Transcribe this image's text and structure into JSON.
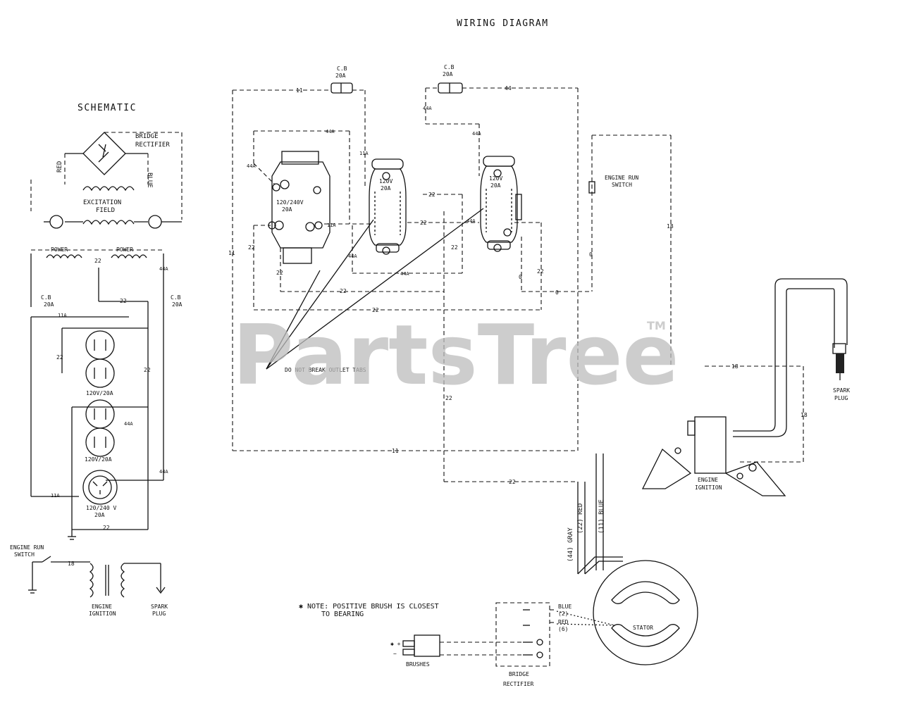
{
  "header": {
    "title": "WIRING DIAGRAM"
  },
  "schematic": {
    "title": "SCHEMATIC",
    "bridge_rectifier": [
      "BRIDGE",
      "RECTIFIER"
    ],
    "red": "RED",
    "blue": "BLUE",
    "excitation_field": [
      "EXCITATION",
      "FIELD"
    ],
    "power_left": "POWER",
    "power_right": "POWER",
    "wire_22": "22",
    "wire_44a": "44A",
    "wire_11a": "11A",
    "cb_left": [
      "C.B",
      "20A"
    ],
    "cb_right": [
      "C.B",
      "20A"
    ],
    "recept_120_upper": "120V/20A",
    "recept_120_lower": "120V/20A",
    "recept_twist": [
      "120/240 V",
      "20A"
    ],
    "engine_run_switch": [
      "ENGINE RUN",
      "SWITCH"
    ],
    "wire_18": "18",
    "engine_ignition": [
      "ENGINE",
      "IGNITION"
    ],
    "spark_plug": [
      "SPARK",
      "PLUG"
    ]
  },
  "wiring": {
    "cb_left": [
      "C.B",
      "20A"
    ],
    "cb_right": [
      "C.B",
      "20A"
    ],
    "outlet_240": [
      "120/240V",
      "20A"
    ],
    "outlet_120_left": [
      "120V",
      "20A"
    ],
    "outlet_120_right": [
      "120V",
      "20A"
    ],
    "engine_run_switch": [
      "ENGINE RUN",
      "SWITCH"
    ],
    "break_note": "DO NOT BREAK OUTLET TABS",
    "spark_plug": [
      "SPARK",
      "PLUG"
    ],
    "engine_ignition": [
      "ENGINE",
      "IGNITION"
    ],
    "stator": "STATOR",
    "gray": "(44) GRAY",
    "red": "(22) RED",
    "blue": "(11) BLUE",
    "note": [
      "✱ NOTE: POSITIVE BRUSH IS CLOSEST",
      "TO BEARING"
    ],
    "blue_lbl": [
      "BLUE",
      "(2)"
    ],
    "red_lbl": [
      "RED",
      "(6)"
    ],
    "brushes": "BRUSHES",
    "bridge_rectifier": [
      "BRIDGE",
      "RECTIFIER"
    ],
    "w11": "11",
    "w44": "44",
    "w44a": "44A",
    "w11a": "11A",
    "w22": "22",
    "w18": "18",
    "w0": "0"
  },
  "watermark": {
    "brand": "PartsTree",
    "tm": "TM"
  }
}
